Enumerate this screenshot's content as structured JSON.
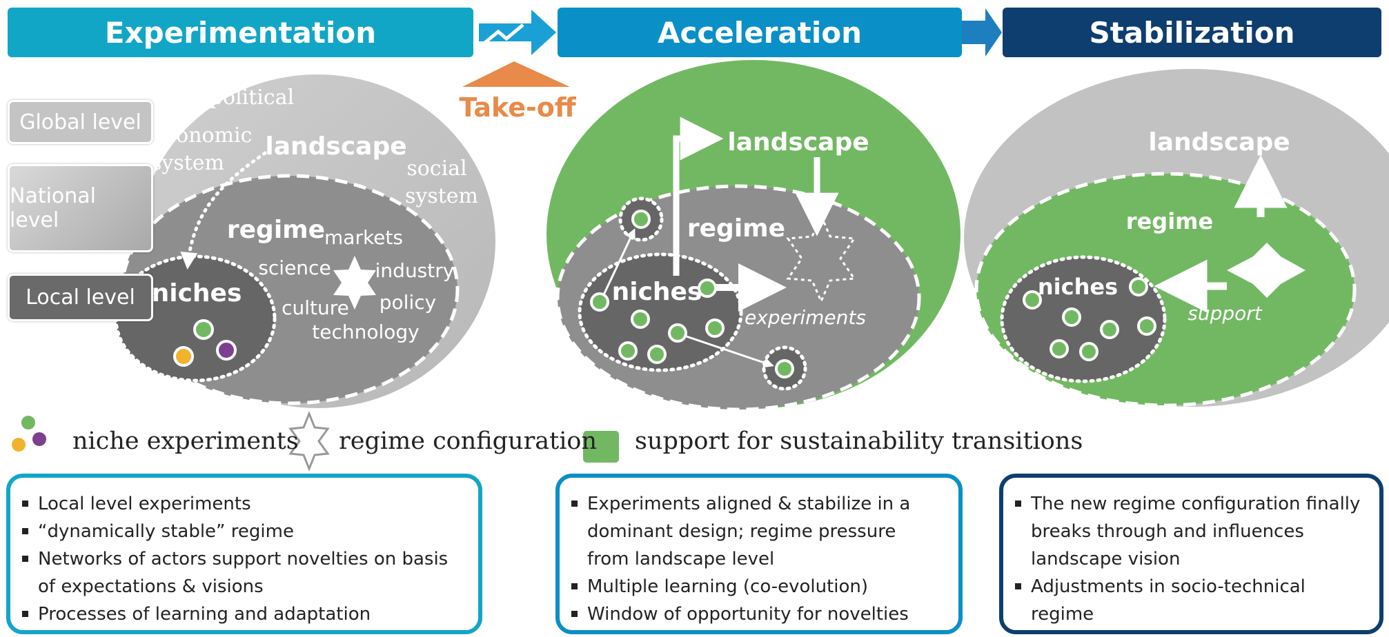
{
  "phases": [
    {
      "title": "Experimentation"
    },
    {
      "title": "Acceleration"
    },
    {
      "title": "Stabilization"
    }
  ],
  "takeoff_label": "Take-off",
  "levels": {
    "global": "Global level",
    "national": "National level",
    "local": "Local level"
  },
  "panel1": {
    "landscape": "landscape",
    "political": "political",
    "economic_line1": "economic",
    "economic_line2": "system",
    "social_line1": "social",
    "social_line2": "system",
    "regime": "regime",
    "markets": "markets",
    "science": "science",
    "industry": "industry",
    "culture": "culture",
    "policy": "policy",
    "technology": "technology",
    "niches": "niches"
  },
  "panel2": {
    "landscape": "landscape",
    "regime": "regime",
    "niches": "niches",
    "experiments": "experiments"
  },
  "panel3": {
    "landscape": "landscape",
    "regime": "regime",
    "niches": "niches",
    "support": "support"
  },
  "legend": {
    "niche_experiments": "niche experiments",
    "regime_configuration": "regime configuration",
    "support": "support for sustainability transitions"
  },
  "boxes": [
    {
      "items": [
        "Local level experiments",
        "“dynamically stable” regime",
        "Networks of actors support novelties on basis",
        "of expectations & visions",
        "Processes of learning and adaptation"
      ]
    },
    {
      "items": [
        "Experiments aligned & stabilize in a",
        "dominant design; regime pressure",
        "from landscape level",
        "Multiple learning (co-evolution)",
        "Window of opportunity for novelties"
      ]
    },
    {
      "items": [
        "The new regime configuration finally",
        "breaks through and influences",
        "landscape vision",
        "Adjustments in socio-technical",
        "regime"
      ]
    }
  ],
  "colors": {
    "experimentation": "#12a6c6",
    "acceleration": "#0b8fc7",
    "stabilization": "#0e3e6f",
    "takeoff": "#e88a4a",
    "support_green": "#72b863",
    "niche_green": "#72b863",
    "niche_yellow": "#f1b32c",
    "niche_purple": "#7d3f8f",
    "landscape_grey": "#c2c2c2",
    "regime_grey": "#8e8e8e",
    "niche_dark": "#666666"
  }
}
